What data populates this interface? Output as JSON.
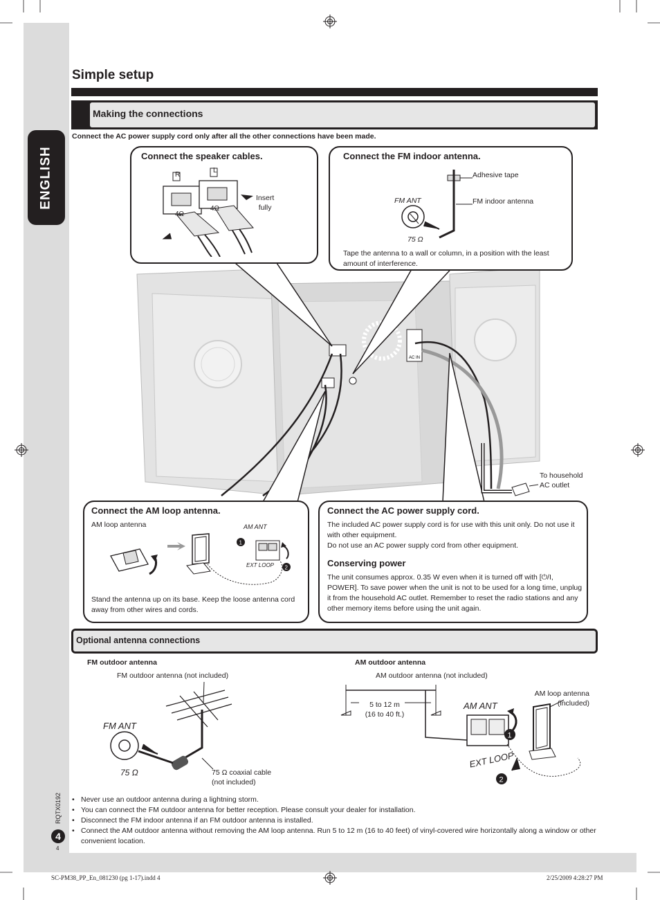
{
  "side_tab": "ENGLISH",
  "title": "Simple setup",
  "section_connections": "Making the connections",
  "warning": "Connect the AC power supply cord only after all the other connections have been made.",
  "speaker": {
    "title": "Connect the speaker cables.",
    "label_r": "R",
    "label_l": "L",
    "insert_line1": "Insert",
    "insert_line2": "fully",
    "ohm_r": "4Ω",
    "ohm_l": "4Ω"
  },
  "fm_indoor": {
    "title": "Connect the FM indoor antenna.",
    "adhesive": "Adhesive tape",
    "antenna": "FM indoor antenna",
    "fm_ant": "FM ANT",
    "ohm": "75 Ω",
    "note": "Tape the antenna to a wall or column, in a position with the least amount of interference."
  },
  "unit": {
    "household_line1": "To household",
    "household_line2": "AC outlet",
    "ac_in": "AC IN"
  },
  "am_loop": {
    "title": "Connect the AM loop antenna.",
    "label": "AM loop antenna",
    "am_ant": "AM ANT",
    "ext_loop": "EXT LOOP",
    "step1": "1",
    "step2": "2",
    "note": "Stand the antenna up on its base. Keep the loose antenna cord away from other wires and cords."
  },
  "ac_power": {
    "title": "Connect the AC power supply cord.",
    "text1": "The included AC power supply cord is for use with this unit only. Do not use it with other equipment.",
    "text2": "Do not use an AC power supply cord from other equipment.",
    "conserving_title": "Conserving power",
    "conserving_text": "The unit consumes approx. 0.35 W even when it is turned off with [⏻/I, POWER]. To save power when the unit is not to be used for a long time, unplug it from the household AC outlet. Remember to reset the radio stations and any other memory items before using the unit again."
  },
  "section_optional": "Optional antenna connections",
  "fm_outdoor": {
    "heading": "FM outdoor antenna",
    "antenna_label": "FM outdoor antenna (not included)",
    "fm_ant": "FM ANT",
    "ohm": "75 Ω",
    "cable_line1": "75 Ω coaxial cable",
    "cable_line2": "(not included)"
  },
  "am_outdoor": {
    "heading": "AM outdoor antenna",
    "antenna_label": "AM outdoor antenna (not included)",
    "distance_line1": "5 to 12 m",
    "distance_line2": "(16 to 40 ft.)",
    "loop_line1": "AM loop antenna",
    "loop_line2": "(included)",
    "am_ant": "AM ANT",
    "ext_loop": "EXT LOOP",
    "step1": "1",
    "step2": "2"
  },
  "bullets": [
    "Never use an outdoor antenna during a lightning storm.",
    "You can connect the FM outdoor antenna for better reception. Please consult your dealer for installation.",
    "Disconnect the FM indoor antenna if an FM outdoor antenna is installed.",
    "Connect the AM outdoor antenna without removing the AM loop antenna. Run 5 to 12 m (16 to 40 feet) of vinyl-covered wire horizontally along a window or other convenient location."
  ],
  "doc_code": "RQTX0192",
  "page_number": "4",
  "page_number_small": "4",
  "footer_left": "SC-PM38_PP_En_081230 (pg 1-17).indd   4",
  "footer_right": "2/25/2009   4:28:27 PM"
}
